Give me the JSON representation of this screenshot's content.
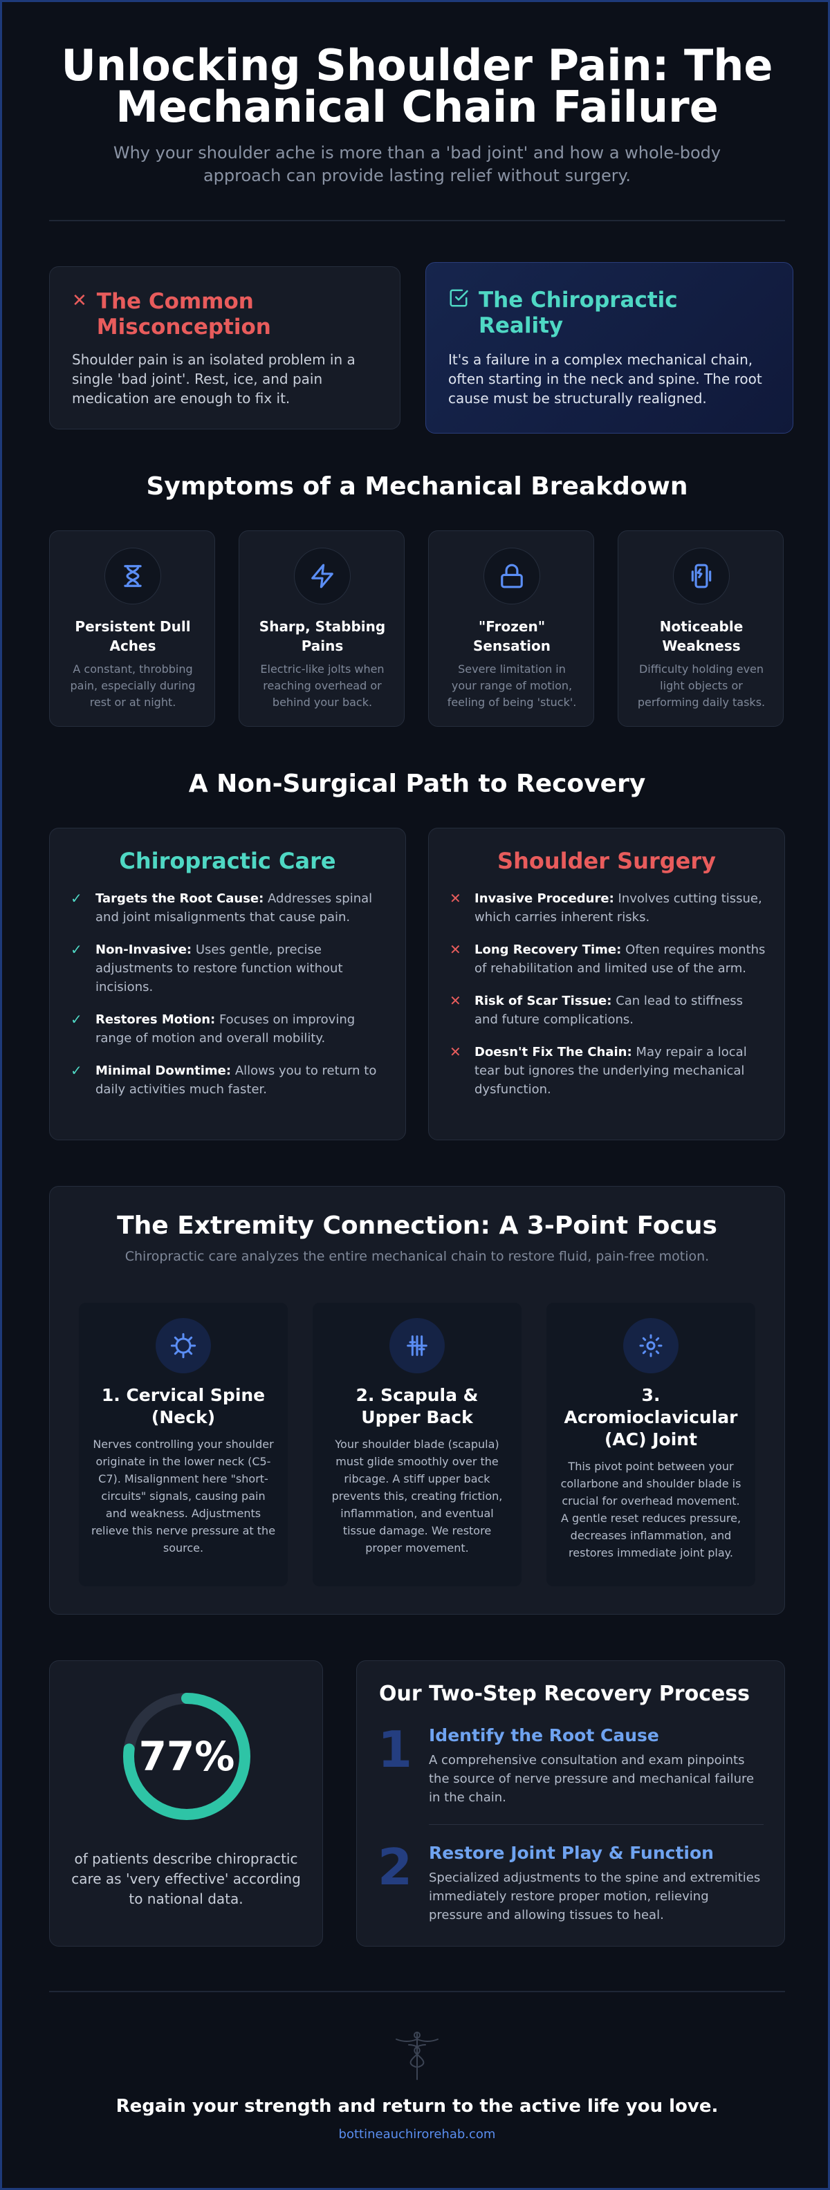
{
  "header": {
    "title_line1": "Unlocking Shoulder Pain: The",
    "title_line2": "Mechanical Chain Failure",
    "subtitle": "Why your shoulder ache is more than a 'bad joint' and how a whole-body approach can provide lasting relief without surgery."
  },
  "misconception": {
    "icon": "x-icon",
    "title": "The Common Misconception",
    "text": "Shoulder pain is an isolated problem in a single 'bad joint'. Rest, ice, and pain medication are enough to fix it.",
    "color": "#e85c5c"
  },
  "reality": {
    "icon": "check-square-icon",
    "title": "The Chiropractic Reality",
    "text": "It's a failure in a complex mechanical chain, often starting in the neck and spine. The root cause must be structurally realigned.",
    "color": "#4fd8c4"
  },
  "symptoms": {
    "title": "Symptoms of a Mechanical Breakdown",
    "items": [
      {
        "icon": "hourglass-icon",
        "title": "Persistent Dull Aches",
        "text": "A constant, throbbing pain, especially during rest or at night."
      },
      {
        "icon": "lightning-icon",
        "title": "Sharp, Stabbing Pains",
        "text": "Electric-like jolts when reaching overhead or behind your back."
      },
      {
        "icon": "lock-icon",
        "title": "\"Frozen\" Sensation",
        "text": "Severe limitation in your range of motion, feeling of being 'stuck'."
      },
      {
        "icon": "phone-vibrate-icon",
        "title": "Noticeable Weakness",
        "text": "Difficulty holding even light objects or performing daily tasks."
      }
    ]
  },
  "path": {
    "title": "A Non-Surgical Path to Recovery",
    "chiro": {
      "title": "Chiropractic Care",
      "items": [
        {
          "bold": "Targets the Root Cause:",
          "text": " Addresses spinal and joint misalignments that cause pain."
        },
        {
          "bold": "Non-Invasive:",
          "text": " Uses gentle, precise adjustments to restore function without incisions."
        },
        {
          "bold": "Restores Motion:",
          "text": " Focuses on improving range of motion and overall mobility."
        },
        {
          "bold": "Minimal Downtime:",
          "text": " Allows you to return to daily activities much faster."
        }
      ]
    },
    "surgery": {
      "title": "Shoulder Surgery",
      "items": [
        {
          "bold": "Invasive Procedure:",
          "text": " Involves cutting tissue, which carries inherent risks."
        },
        {
          "bold": "Long Recovery Time:",
          "text": " Often requires months of rehabilitation and limited use of the arm."
        },
        {
          "bold": "Risk of Scar Tissue:",
          "text": " Can lead to stiffness and future complications."
        },
        {
          "bold": "Doesn't Fix The Chain:",
          "text": " May repair a local tear but ignores the underlying mechanical dysfunction."
        }
      ]
    }
  },
  "extremity": {
    "title": "The Extremity Connection: A 3-Point Focus",
    "subtitle": "Chiropractic care analyzes the entire mechanical chain to restore fluid, pain-free motion.",
    "items": [
      {
        "icon": "spine-icon",
        "title_line1": "1. Cervical Spine",
        "title_line2": "(Neck)",
        "text": "Nerves controlling your shoulder originate in the lower neck (C5-C7). Misalignment here \"short-circuits\" signals, causing pain and weakness. Adjustments relieve this nerve pressure at the source."
      },
      {
        "icon": "sliders-icon",
        "title_line1": "2. Scapula &",
        "title_line2": "Upper Back",
        "text": "Your shoulder blade (scapula) must glide smoothly over the ribcage. A stiff upper back prevents this, creating friction, inflammation, and eventual tissue damage. We restore proper movement."
      },
      {
        "icon": "joint-icon",
        "title_line1": "3.",
        "title_line2": "Acromioclavicular",
        "title_line3": "(AC) Joint",
        "text": "This pivot point between your collarbone and shoulder blade is crucial for overhead movement. A gentle reset reduces pressure, decreases inflammation, and restores immediate joint play."
      }
    ]
  },
  "stat": {
    "value": 77,
    "label": "77%",
    "text": "of patients describe chiropractic care as 'very effective' according to national data.",
    "color": "#2ec4a6"
  },
  "process": {
    "title": "Our Two-Step Recovery Process",
    "steps": [
      {
        "num": "1",
        "title": "Identify the Root Cause",
        "text": "A comprehensive consultation and exam pinpoints the source of nerve pressure and mechanical failure in the chain."
      },
      {
        "num": "2",
        "title": "Restore Joint Play & Function",
        "text": "Specialized adjustments to the spine and extremities immediately restore proper motion, relieving pressure and allowing tissues to heal."
      }
    ]
  },
  "footer": {
    "icon": "caduceus-icon",
    "text": "Regain your strength and return to the active life you love.",
    "link": "bottineauchirorehab.com"
  }
}
